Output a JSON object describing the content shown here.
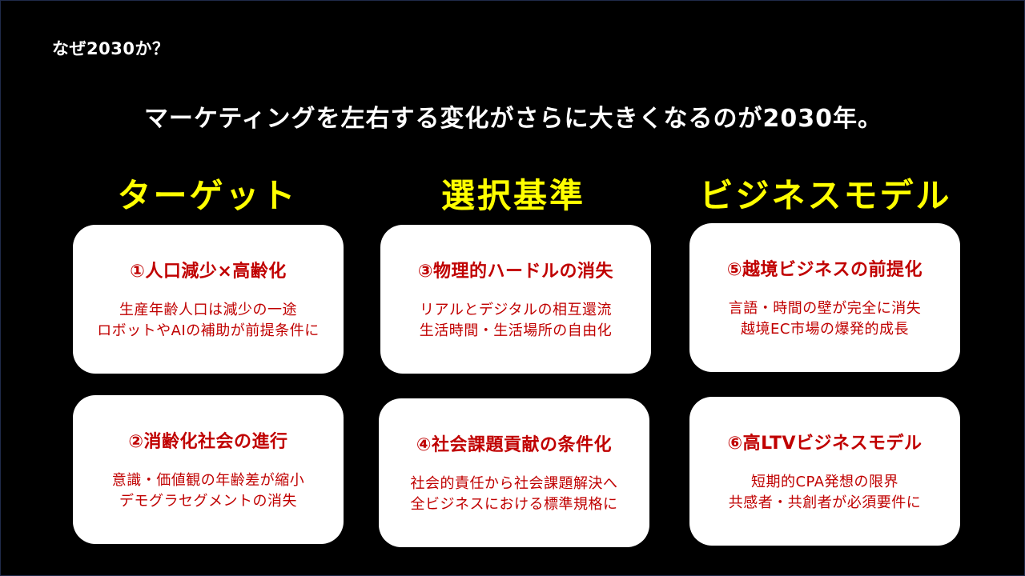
{
  "slide": {
    "corner_title": "なぜ2030か？",
    "headline": "マーケティングを左右する変化がさらに大きくなるのが2030年。",
    "columns": [
      {
        "heading": "ターゲット",
        "cards": [
          {
            "title": "①人口減少×高齢化",
            "lines": [
              "生産年齢人口は減少の一途",
              "ロボットやAIの補助が前提条件に"
            ]
          },
          {
            "title": "②消齢化社会の進行",
            "lines": [
              "意識・価値観の年齢差が縮小",
              "デモグラセグメントの消失"
            ]
          }
        ]
      },
      {
        "heading": "選択基準",
        "cards": [
          {
            "title": "③物理的ハードルの消失",
            "lines": [
              "リアルとデジタルの相互還流",
              "生活時間・生活場所の自由化"
            ]
          },
          {
            "title": "④社会課題貢献の条件化",
            "lines": [
              "社会的責任から社会課題解決へ",
              "全ビジネスにおける標準規格に"
            ]
          }
        ]
      },
      {
        "heading": "ビジネスモデル",
        "cards": [
          {
            "title": "⑤越境ビジネスの前提化",
            "lines": [
              "言語・時間の壁が完全に消失",
              "越境EC市場の爆発的成長"
            ]
          },
          {
            "title": "⑥高LTVビジネスモデル",
            "lines": [
              "短期的CPA発想の限界",
              "共感者・共創者が必須要件に"
            ]
          }
        ]
      }
    ]
  },
  "colors": {
    "background": "#000000",
    "heading": "#ffff00",
    "card_background": "#ffffff",
    "card_text": "#c00000",
    "headline_text": "#ffffff"
  }
}
